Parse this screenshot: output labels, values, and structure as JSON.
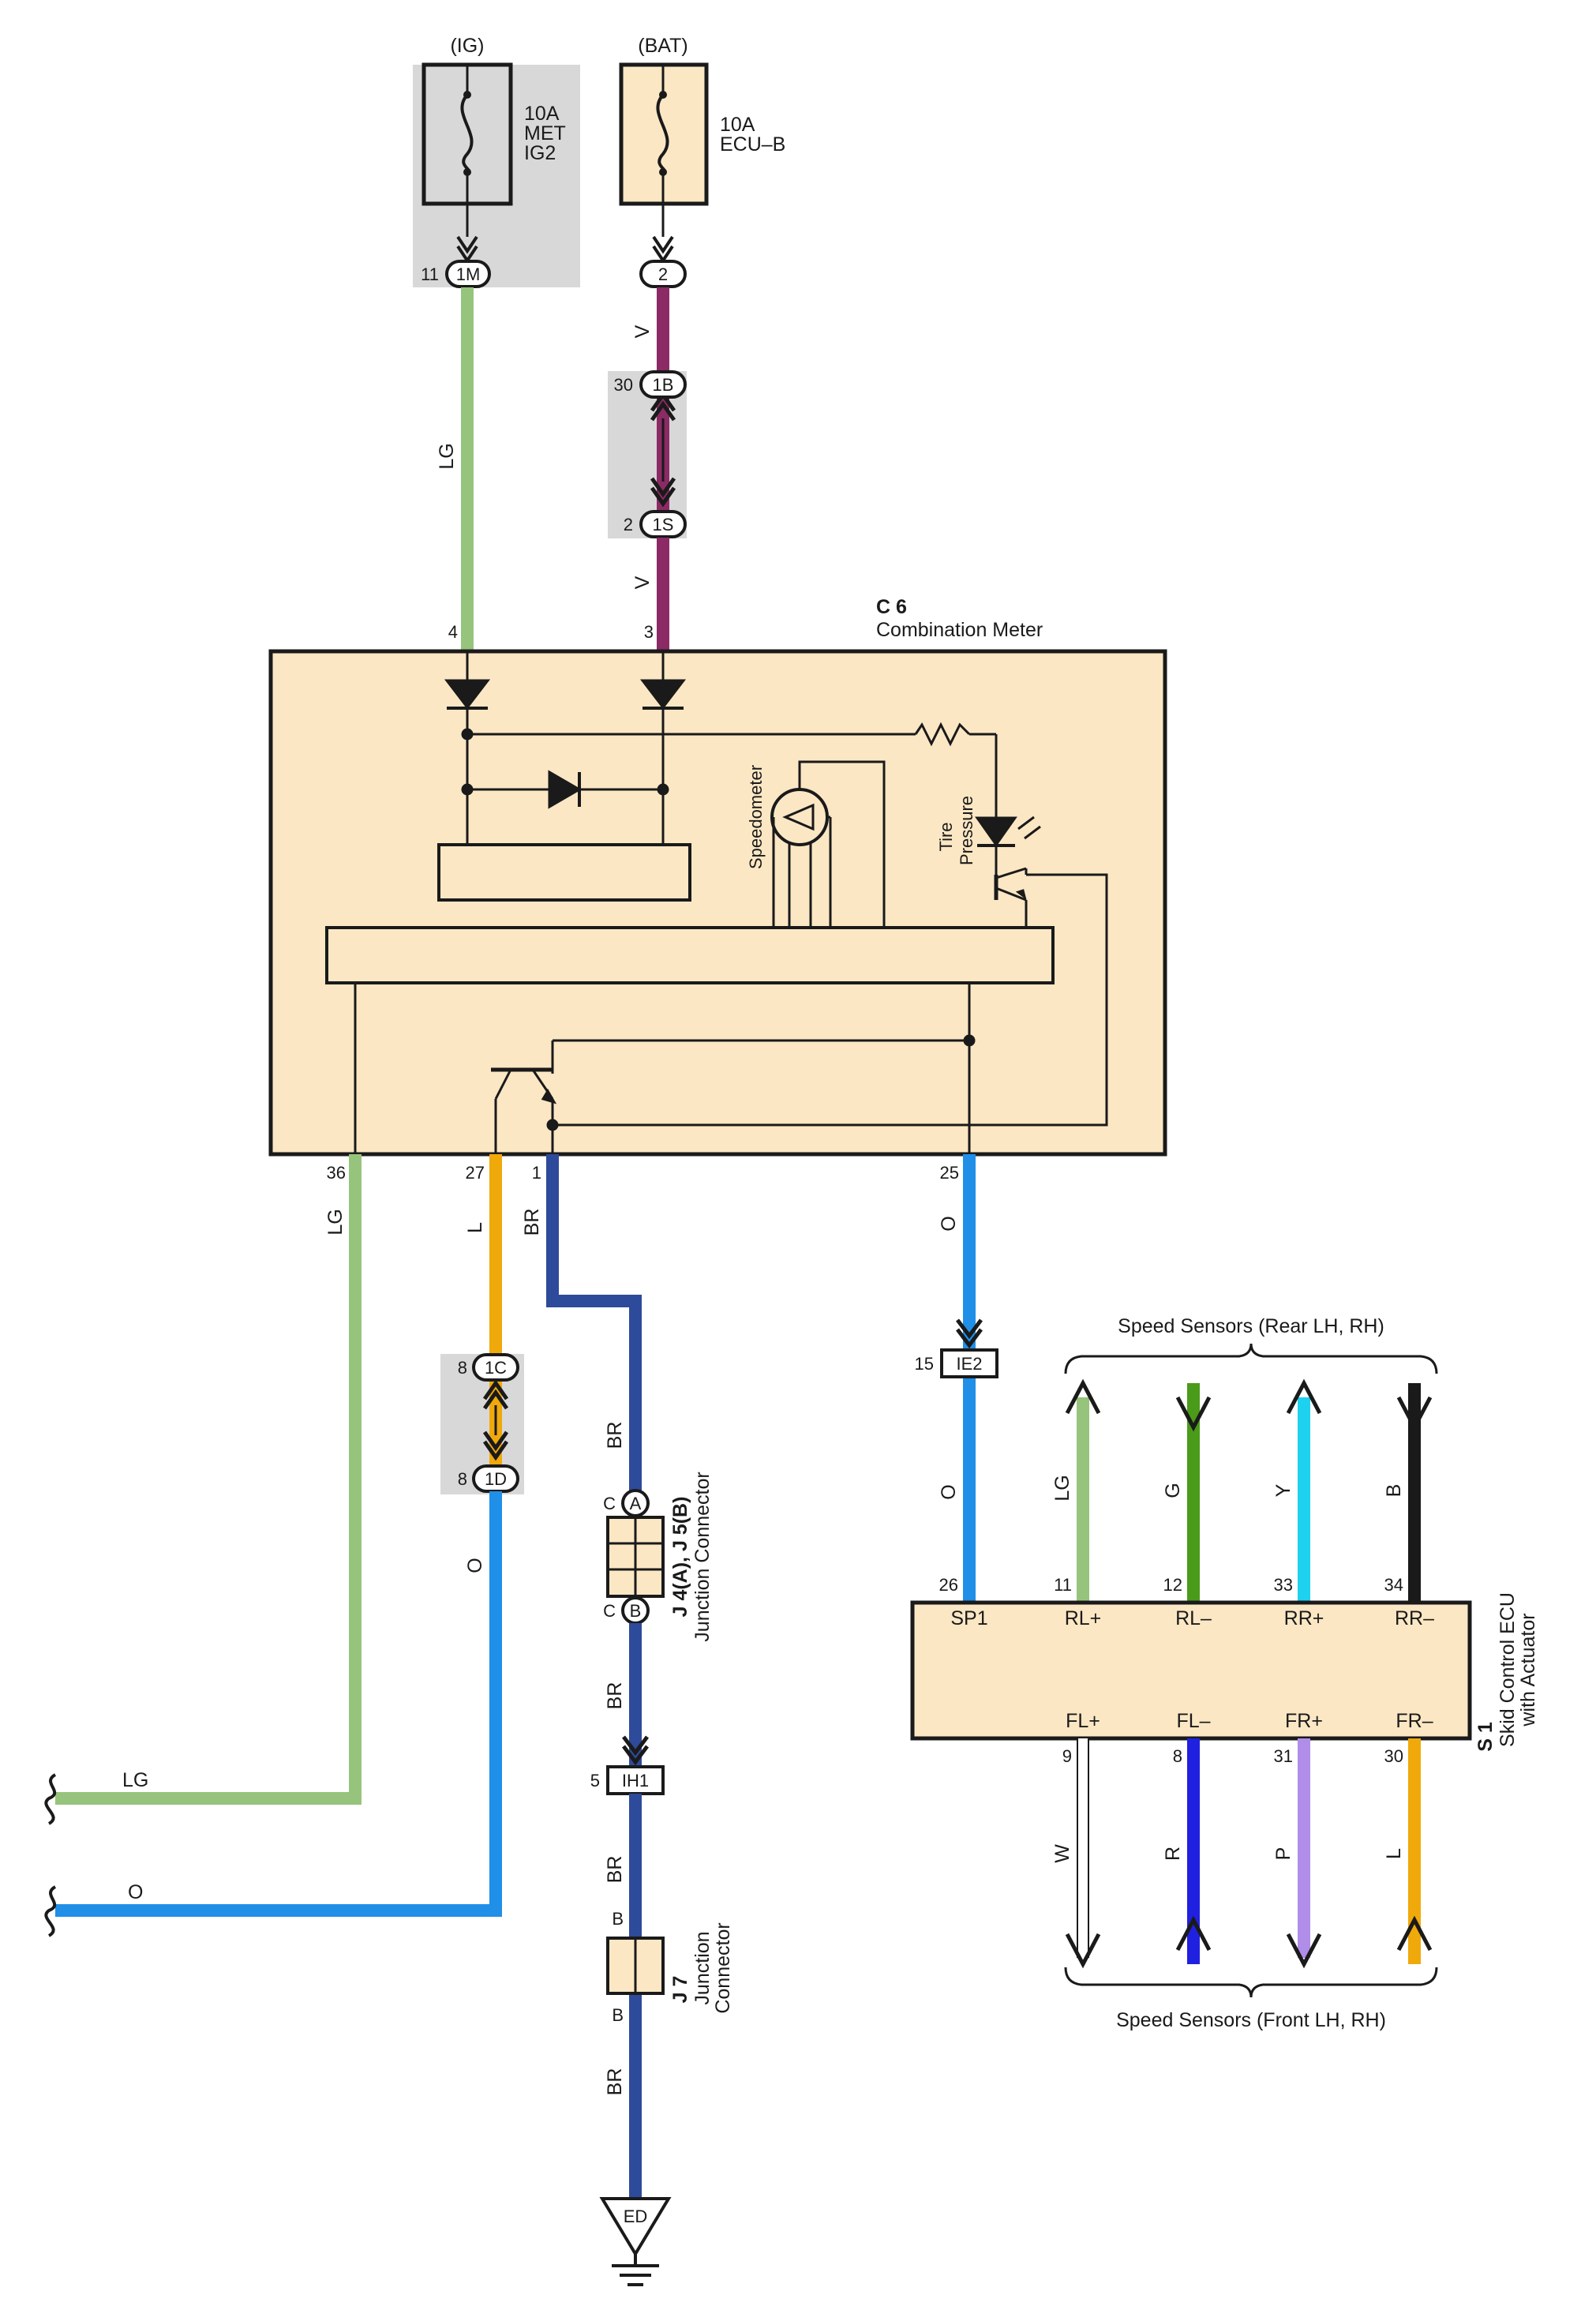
{
  "fuses": {
    "ig": {
      "source": "(IG)",
      "rating": "10A",
      "name_line1": "MET",
      "name_line2": "IG2"
    },
    "bat": {
      "source": "(BAT)",
      "rating": "10A",
      "name": "ECU–B"
    }
  },
  "connectors": {
    "c1m": {
      "pin": "11",
      "id": "1M"
    },
    "c2": {
      "id": "2"
    },
    "c1b": {
      "pin": "30",
      "id": "1B"
    },
    "c1s": {
      "pin": "2",
      "id": "1S"
    },
    "c1c": {
      "pin": "8",
      "id": "1C"
    },
    "c1d": {
      "pin": "8",
      "id": "1D"
    },
    "ie2": {
      "pin": "15",
      "id": "IE2"
    },
    "ih1": {
      "pin": "5",
      "id": "IH1"
    },
    "ed": {
      "id": "ED"
    }
  },
  "meter": {
    "code": "C 6",
    "name": "Combination Meter",
    "speedometer": "Speedometer",
    "tire_pressure_1": "Tire",
    "tire_pressure_2": "Pressure",
    "pins": {
      "p4": "4",
      "p3": "3",
      "p36": "36",
      "p27": "27",
      "p1": "1",
      "p25": "25"
    }
  },
  "wires": {
    "lg": "LG",
    "v": "V",
    "l": "L",
    "br": "BR",
    "o": "O",
    "g": "G",
    "y": "Y",
    "b": "B",
    "w": "W",
    "r": "R",
    "p": "P"
  },
  "junction_j4j5": {
    "pin_top": "C",
    "letter_top": "A",
    "pin_bottom": "C",
    "letter_bottom": "B",
    "code": "J 4(A), J 5(B)",
    "name": "Junction Connector"
  },
  "junction_j7": {
    "pin_top": "B",
    "pin_bottom": "B",
    "code": "J 7",
    "name_line1": "Junction",
    "name_line2": "Connector"
  },
  "ecu": {
    "code": "S 1",
    "name_line1": "Skid Control ECU",
    "name_line2": "with Actuator",
    "terminals_top": [
      "SP1",
      "RL+",
      "RL–",
      "RR+",
      "RR–"
    ],
    "pins_top": [
      "26",
      "11",
      "12",
      "33",
      "34"
    ],
    "terminals_bottom": [
      "FL+",
      "FL–",
      "FR+",
      "FR–"
    ],
    "pins_bottom": [
      "9",
      "8",
      "31",
      "30"
    ]
  },
  "sensors": {
    "rear": "Speed Sensors (Rear LH,  RH)",
    "front": "Speed Sensors (Front LH,  RH)"
  },
  "offpage": {
    "lg": "LG",
    "o": "O"
  },
  "colors": {
    "box_fill": "#fbe7c4",
    "gray_fill": "#d8d8d8",
    "lg": "#96c47c",
    "v": "#8b2a65",
    "l": "#f0a90b",
    "br": "#2e4a9a",
    "o": "#1f8fe8",
    "g": "#4a9b1a",
    "y": "#1ed1ee",
    "b": "#1a1a1a",
    "r": "#2020e0",
    "p": "#b08de8"
  }
}
